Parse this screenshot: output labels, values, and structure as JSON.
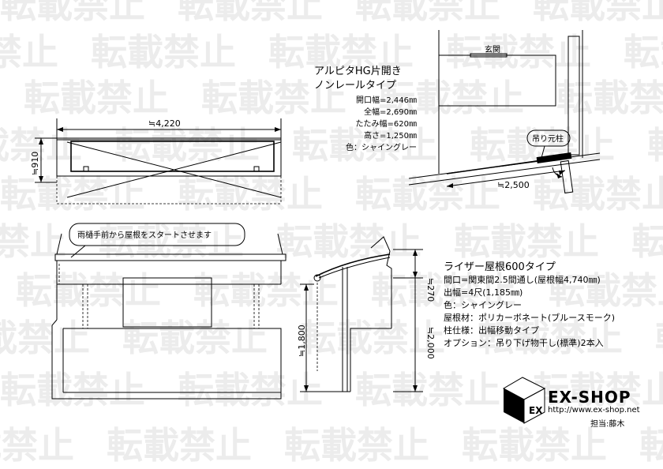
{
  "watermark": "転載禁止",
  "fence": {
    "title_line1": "アルピタHG片開き",
    "title_line2": "ノンレールタイプ",
    "specs": [
      "開口幅=2,446㎜",
      "全幅=2,690㎜",
      "たたみ幅=620㎜",
      "高さ=1,250㎜",
      "色：シャイングレー"
    ],
    "dim_width": "≒4,220",
    "dim_height": "≒910",
    "dim_slope": "≒2,500",
    "entrance_label": "玄関",
    "callout_pillar": "吊り元柱"
  },
  "roof": {
    "callout": "雨樋手前から屋根をスタートさせます",
    "title": "ライザー屋根600タイプ",
    "specs": [
      "間口=関東間2.5間通し(屋根幅4,740㎜)",
      "出幅=4尺(1,185㎜)",
      "色：シャイングレー",
      "屋根材：ポリカーボネート(ブルースモーク)",
      "柱仕様：出幅移動タイプ",
      "オプション：吊り下げ物干し(標準)2本入"
    ],
    "dim_top": "≒270",
    "dim_total": "≒2,000",
    "dim_low": "≒1,800"
  },
  "logo": {
    "brand": "EX-SHOP",
    "url": "http://www.ex-shop.net",
    "staff": "担当:藤木"
  }
}
